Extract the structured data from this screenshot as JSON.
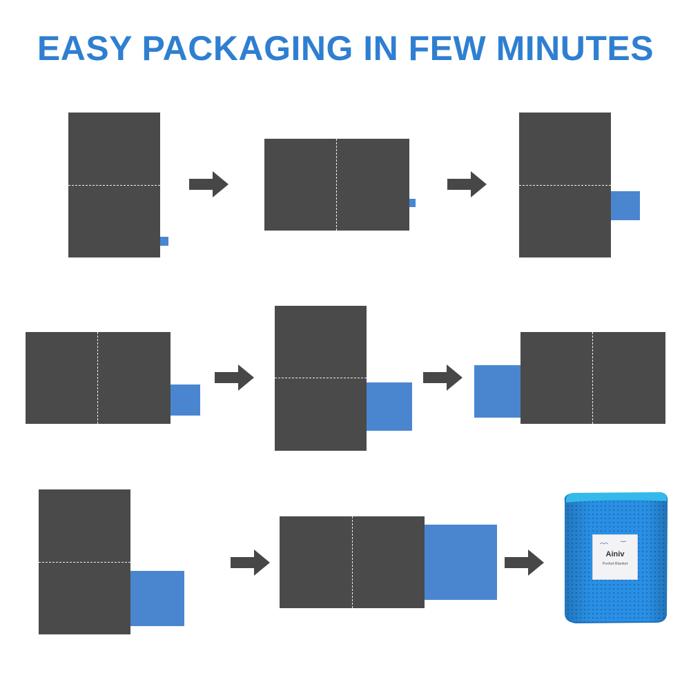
{
  "title": "EASY PACKAGING IN FEW MINUTES",
  "product_label": {
    "brand": "Ainiv",
    "product": "Pocket Blanket"
  },
  "colors": {
    "title": "#2f7fd1",
    "blanket": "#4a4a4a",
    "pouch": "#4a86d0",
    "arrow": "#474747",
    "bag": "#2a90e4"
  },
  "steps": [
    {
      "step": 1,
      "blanket_orientation": "portrait",
      "fold_line": "horizontal",
      "pouch_level": "small"
    },
    {
      "step": 2,
      "blanket_orientation": "landscape",
      "fold_line": "vertical",
      "pouch_level": "small"
    },
    {
      "step": 3,
      "blanket_orientation": "portrait",
      "fold_line": "horizontal",
      "pouch_level": "medium"
    },
    {
      "step": 4,
      "blanket_orientation": "landscape",
      "fold_line": "vertical",
      "pouch_level": "medium"
    },
    {
      "step": 5,
      "blanket_orientation": "portrait",
      "fold_line": "horizontal",
      "pouch_level": "large"
    },
    {
      "step": 6,
      "blanket_orientation": "landscape",
      "fold_line": "vertical",
      "pouch_level": "large"
    },
    {
      "step": 7,
      "blanket_orientation": "portrait",
      "fold_line": "horizontal",
      "pouch_level": "large"
    },
    {
      "step": 8,
      "blanket_orientation": "landscape",
      "fold_line": "vertical",
      "pouch_level": "large"
    },
    {
      "step": 9,
      "result": "packed-pocket-blanket"
    }
  ],
  "icons": [
    "right-arrow-icon"
  ]
}
